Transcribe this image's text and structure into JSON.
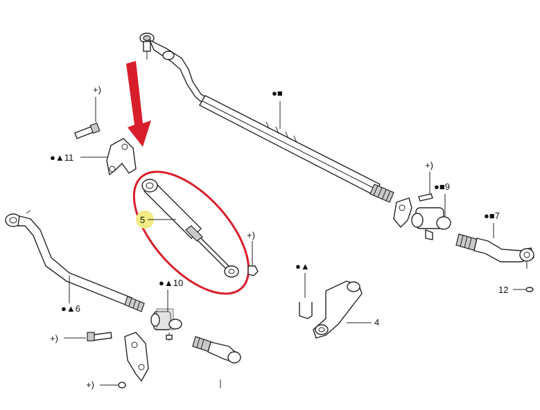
{
  "callouts": {
    "drag_link": "●■",
    "bolt_top_plus": "+)",
    "bracket_11": "●▲11",
    "shock_5": "5",
    "plus_right": "+)",
    "plus_9": "+)",
    "clamp_9": "●■9",
    "tie_rod_end_7": "●■7",
    "nut_12": "12",
    "arm_4_sym": "●▲",
    "arm_4": "4",
    "link_6": "●▲6",
    "clamp_10": "●▲10",
    "plus_bottom_left": "+)",
    "plus_bottom": "+)"
  },
  "colors": {
    "highlight": "#d81e2a",
    "callout_marker": "#f2ea84",
    "line": "#222222"
  }
}
